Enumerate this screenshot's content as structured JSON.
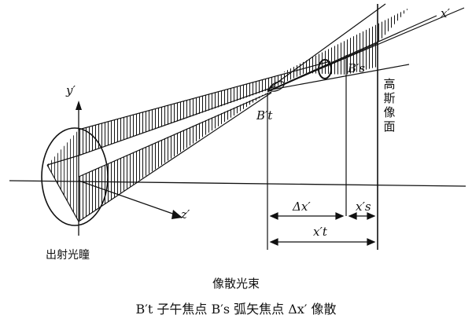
{
  "labels": {
    "y_axis": "y′",
    "x_axis": "x′",
    "z_axis": "z′",
    "b_t": "B′t",
    "b_s": "B′s",
    "delta_x": "Δx′",
    "x_s": "x′s",
    "x_t": "x′t",
    "gauss_plane": "高斯像面",
    "exit_pupil": "出射光瞳"
  },
  "caption": {
    "title": "像散光束",
    "legend": "B′t 子午焦点   B′s 弧矢焦点   Δx′ 像散"
  }
}
